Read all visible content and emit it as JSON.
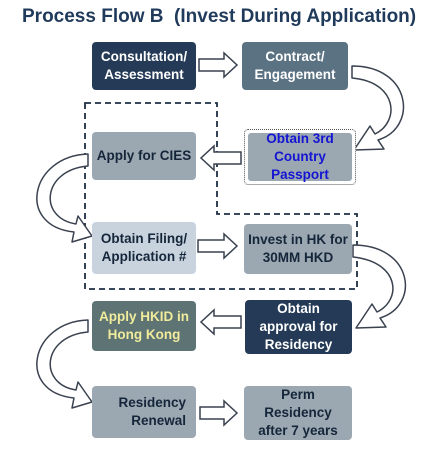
{
  "diagram": {
    "title": "Process Flow B  (Invest During Application)",
    "steps": {
      "consultation": "Consultation/\nAssessment",
      "contract": "Contract/\nEngagement",
      "passport": "Obtain 3rd\nCountry\nPassport",
      "apply_cies": "Apply for CIES",
      "filing": "Obtain Filing/\nApplication #",
      "invest": "Invest in HK for\n30MM HKD",
      "approval": "Obtain\napproval for\nResidency",
      "hkid": "Apply HKID in\nHong Kong",
      "renewal": "Residency\nRenewal",
      "perm": "Perm\nResidency\nafter 7 years"
    },
    "colors": {
      "dark": "#243a56",
      "mid": "#5b7283",
      "grey": "#9ba8b2",
      "light": "#c8d3de",
      "olive": "#5d7374",
      "passport_text": "#1414d2",
      "hkid_text": "#f0ec9c"
    }
  }
}
